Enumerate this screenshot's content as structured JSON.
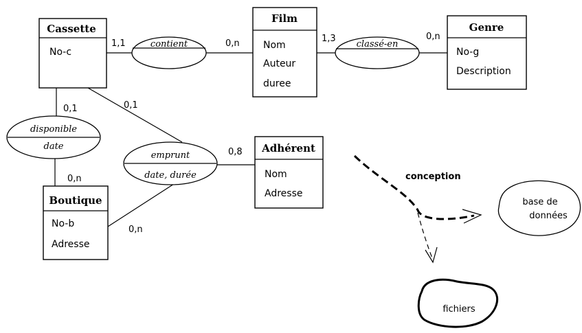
{
  "entities": {
    "cassette": {
      "title": "Cassette",
      "attrs": [
        "No-c"
      ]
    },
    "film": {
      "title": "Film",
      "attrs": [
        "Nom",
        "Auteur",
        "duree"
      ]
    },
    "genre": {
      "title": "Genre",
      "attrs": [
        "No-g",
        "Description"
      ]
    },
    "adherent": {
      "title": "Adhérent",
      "attrs": [
        "Nom",
        "Adresse"
      ]
    },
    "boutique": {
      "title": "Boutique",
      "attrs": [
        "No-b",
        "Adresse"
      ]
    }
  },
  "relations": {
    "contient": {
      "name": "contient"
    },
    "classe_en": {
      "name": "classé-en"
    },
    "disponible": {
      "name": "disponible",
      "attr": "date"
    },
    "emprunt": {
      "name": "emprunt",
      "attr": "date, durée"
    }
  },
  "cardinalities": {
    "cassette_contient": "1,1",
    "film_contient": "0,n",
    "film_classe": "1,3",
    "genre_classe": "0,n",
    "cassette_disponible": "0,1",
    "boutique_disponible": "0,n",
    "cassette_emprunt": "0,1",
    "adherent_emprunt": "0,8",
    "boutique_emprunt": "0,n"
  },
  "annotations": {
    "conception": "conception",
    "base_line1": "base de",
    "base_line2": "données",
    "fichiers": "fichiers"
  }
}
